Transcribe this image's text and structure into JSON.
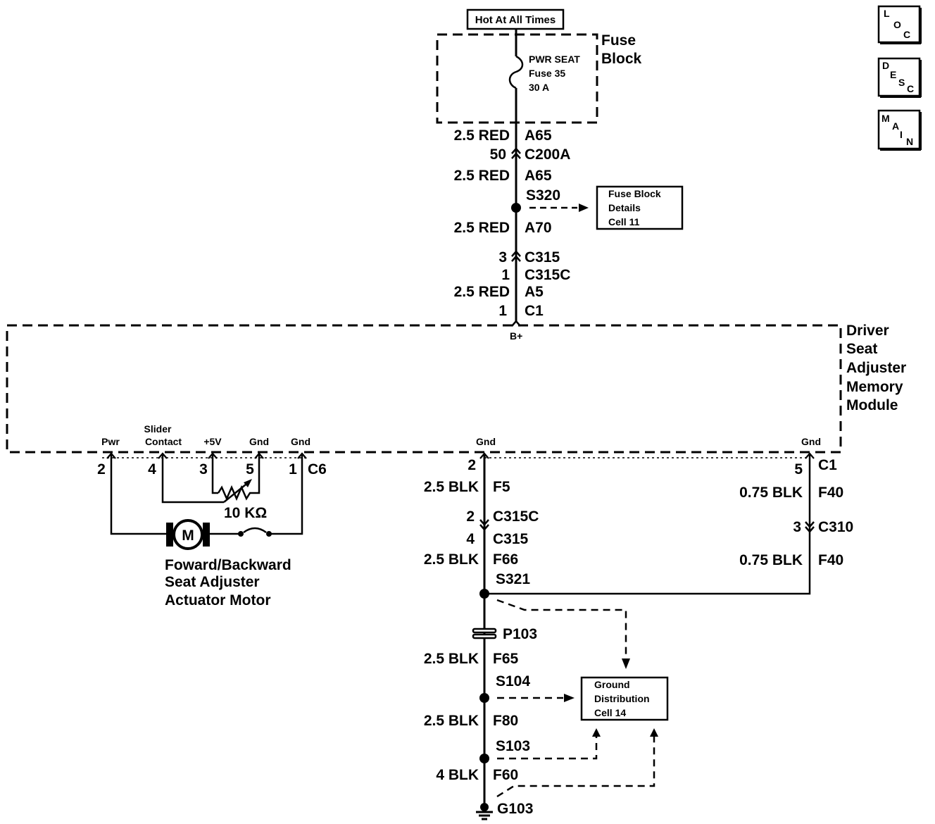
{
  "header": {
    "hot_label": "Hot At All Times"
  },
  "nav_buttons": [
    {
      "top": "L",
      "mid": "O",
      "bot": "C"
    },
    {
      "top": "D",
      "mid": "E",
      "bot": "S",
      "last": "C"
    },
    {
      "top": "M",
      "mid": "A",
      "bot": "I",
      "last": "N"
    }
  ],
  "fuse_block": {
    "title_line1": "Fuse",
    "title_line2": "Block",
    "fuse_name": "PWR SEAT",
    "fuse_number": "Fuse 35",
    "fuse_rating": "30 A"
  },
  "feed_circuit": {
    "w1_gauge": "2.5 RED",
    "w1_circuit": "A65",
    "c200a_pin": "50",
    "c200a_name": "C200A",
    "w2_gauge": "2.5 RED",
    "w2_circuit": "A65",
    "splice": "S320",
    "ref_box": {
      "line1": "Fuse Block",
      "line2": "Details",
      "line3": "Cell 11"
    },
    "w3_gauge": "2.5 RED",
    "w3_circuit": "A70",
    "c315_pin": "3",
    "c315_name": "C315",
    "c315c_pin": "1",
    "c315c_name": "C315C",
    "w4_gauge": "2.5 RED",
    "w4_circuit": "A5",
    "c1_pin": "1",
    "c1_name": "C1",
    "bplus": "B+"
  },
  "module": {
    "title": [
      "Driver",
      "Seat",
      "Adjuster",
      "Memory",
      "Module"
    ],
    "terminals": {
      "pwr": "Pwr",
      "slider1": "Slider",
      "slider2": "Contact",
      "plus5v": "+5V",
      "gnd_a": "Gnd",
      "gnd_b": "Gnd",
      "gnd_c": "Gnd",
      "gnd_d": "Gnd"
    }
  },
  "motor_circuit": {
    "pin_pwr": "2",
    "pin_slider": "4",
    "pin_5v": "3",
    "pin_gnd": "5",
    "pin_gnd2": "1",
    "connector": "C6",
    "pot_value": "10 KΩ",
    "motor_symbol": "M",
    "motor_label": [
      "Foward/Backward",
      "Seat Adjuster",
      "Actuator Motor"
    ]
  },
  "ground_circuit": {
    "gnd_pin": "2",
    "w_f5_gauge": "2.5 BLK",
    "w_f5_circuit": "F5",
    "c315c_pin": "2",
    "c315c_name": "C315C",
    "c315_pin": "4",
    "c315_name": "C315",
    "w_f66_gauge": "2.5 BLK",
    "w_f66_circuit": "F66",
    "splice_s321": "S321",
    "pass_through": "P103",
    "w_f65_gauge": "2.5 BLK",
    "w_f65_circuit": "F65",
    "splice_s104": "S104",
    "w_f80_gauge": "2.5 BLK",
    "w_f80_circuit": "F80",
    "splice_s103": "S103",
    "w_f60_gauge": "4 BLK",
    "w_f60_circuit": "F60",
    "ground": "G103",
    "ref_box": {
      "line1": "Ground",
      "line2": "Distribution",
      "line3": "Cell 14"
    }
  },
  "right_ground": {
    "pin": "5",
    "connector": "C1",
    "w1_gauge": "0.75 BLK",
    "w1_circuit": "F40",
    "c310_pin": "3",
    "c310_name": "C310",
    "w2_gauge": "0.75 BLK",
    "w2_circuit": "F40"
  }
}
